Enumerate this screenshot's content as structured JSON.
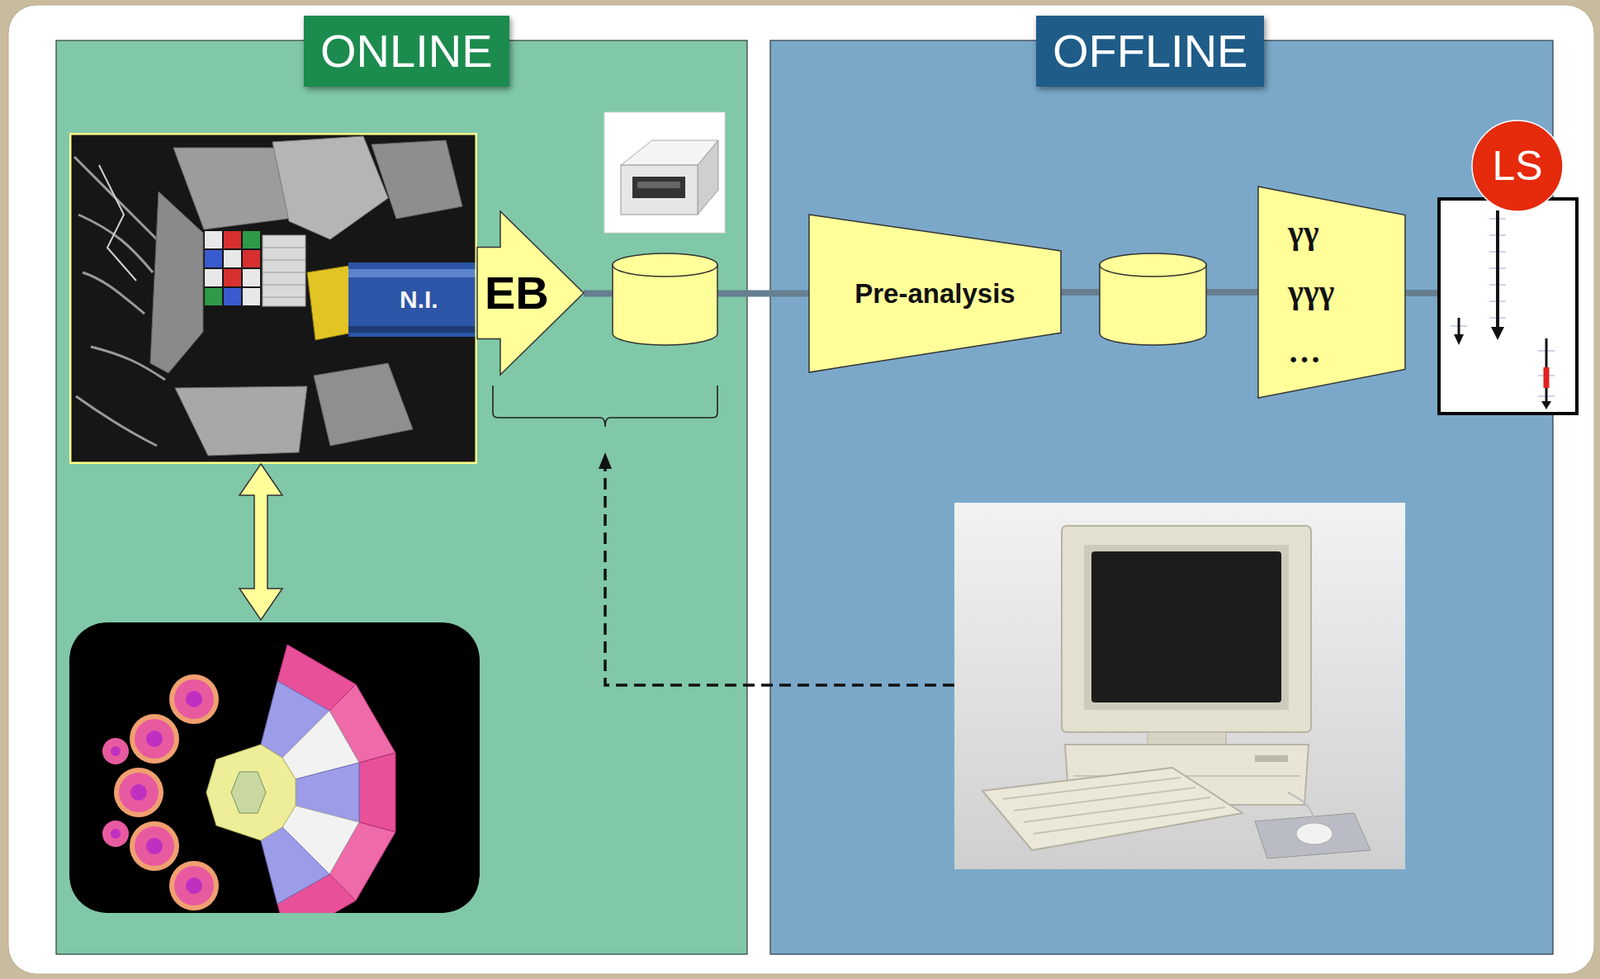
{
  "diagram": {
    "nodes": [
      {
        "text": [
          "ONLINE"
        ]
      },
      {
        "text": [
          "EB"
        ],
        "in": 0
      },
      {
        "text": [
          "OFFLINE"
        ]
      },
      {
        "text": [
          "Pre-analysis"
        ],
        "in": 2
      },
      {
        "text": [
          "γγ γγγ …"
        ],
        "in": 2
      },
      {
        "text": [
          "LS"
        ],
        "in": 2
      }
    ],
    "edges": [
      {
        "from": 1,
        "to": 3,
        "arrow": "none"
      },
      {
        "from": 3,
        "to": 4,
        "arrow": "none"
      }
    ],
    "labels": [
      "N.I."
    ]
  }
}
